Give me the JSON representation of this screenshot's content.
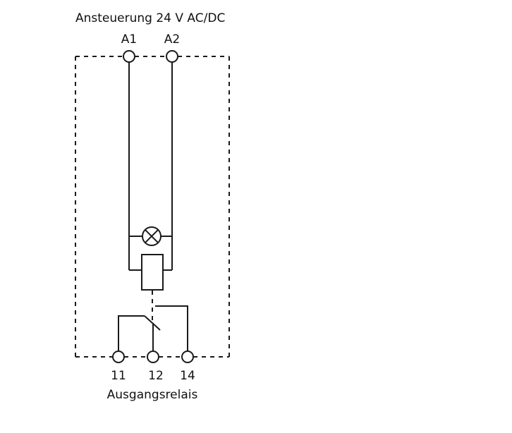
{
  "title": "Ansteuerung 24 V AC/DC",
  "input_terminals": [
    "A1",
    "A2"
  ],
  "output_terminals": [
    "11",
    "12",
    "14"
  ],
  "footer": "Ausgangsrelais",
  "colors": {
    "line": "#1a1a1a",
    "text": "#111111",
    "background": "#ffffff"
  },
  "icons": {
    "indicator_lamp": "lamp-x-icon",
    "relay_coil": "relay-coil-icon",
    "changeover_contact": "changeover-contact-icon"
  }
}
